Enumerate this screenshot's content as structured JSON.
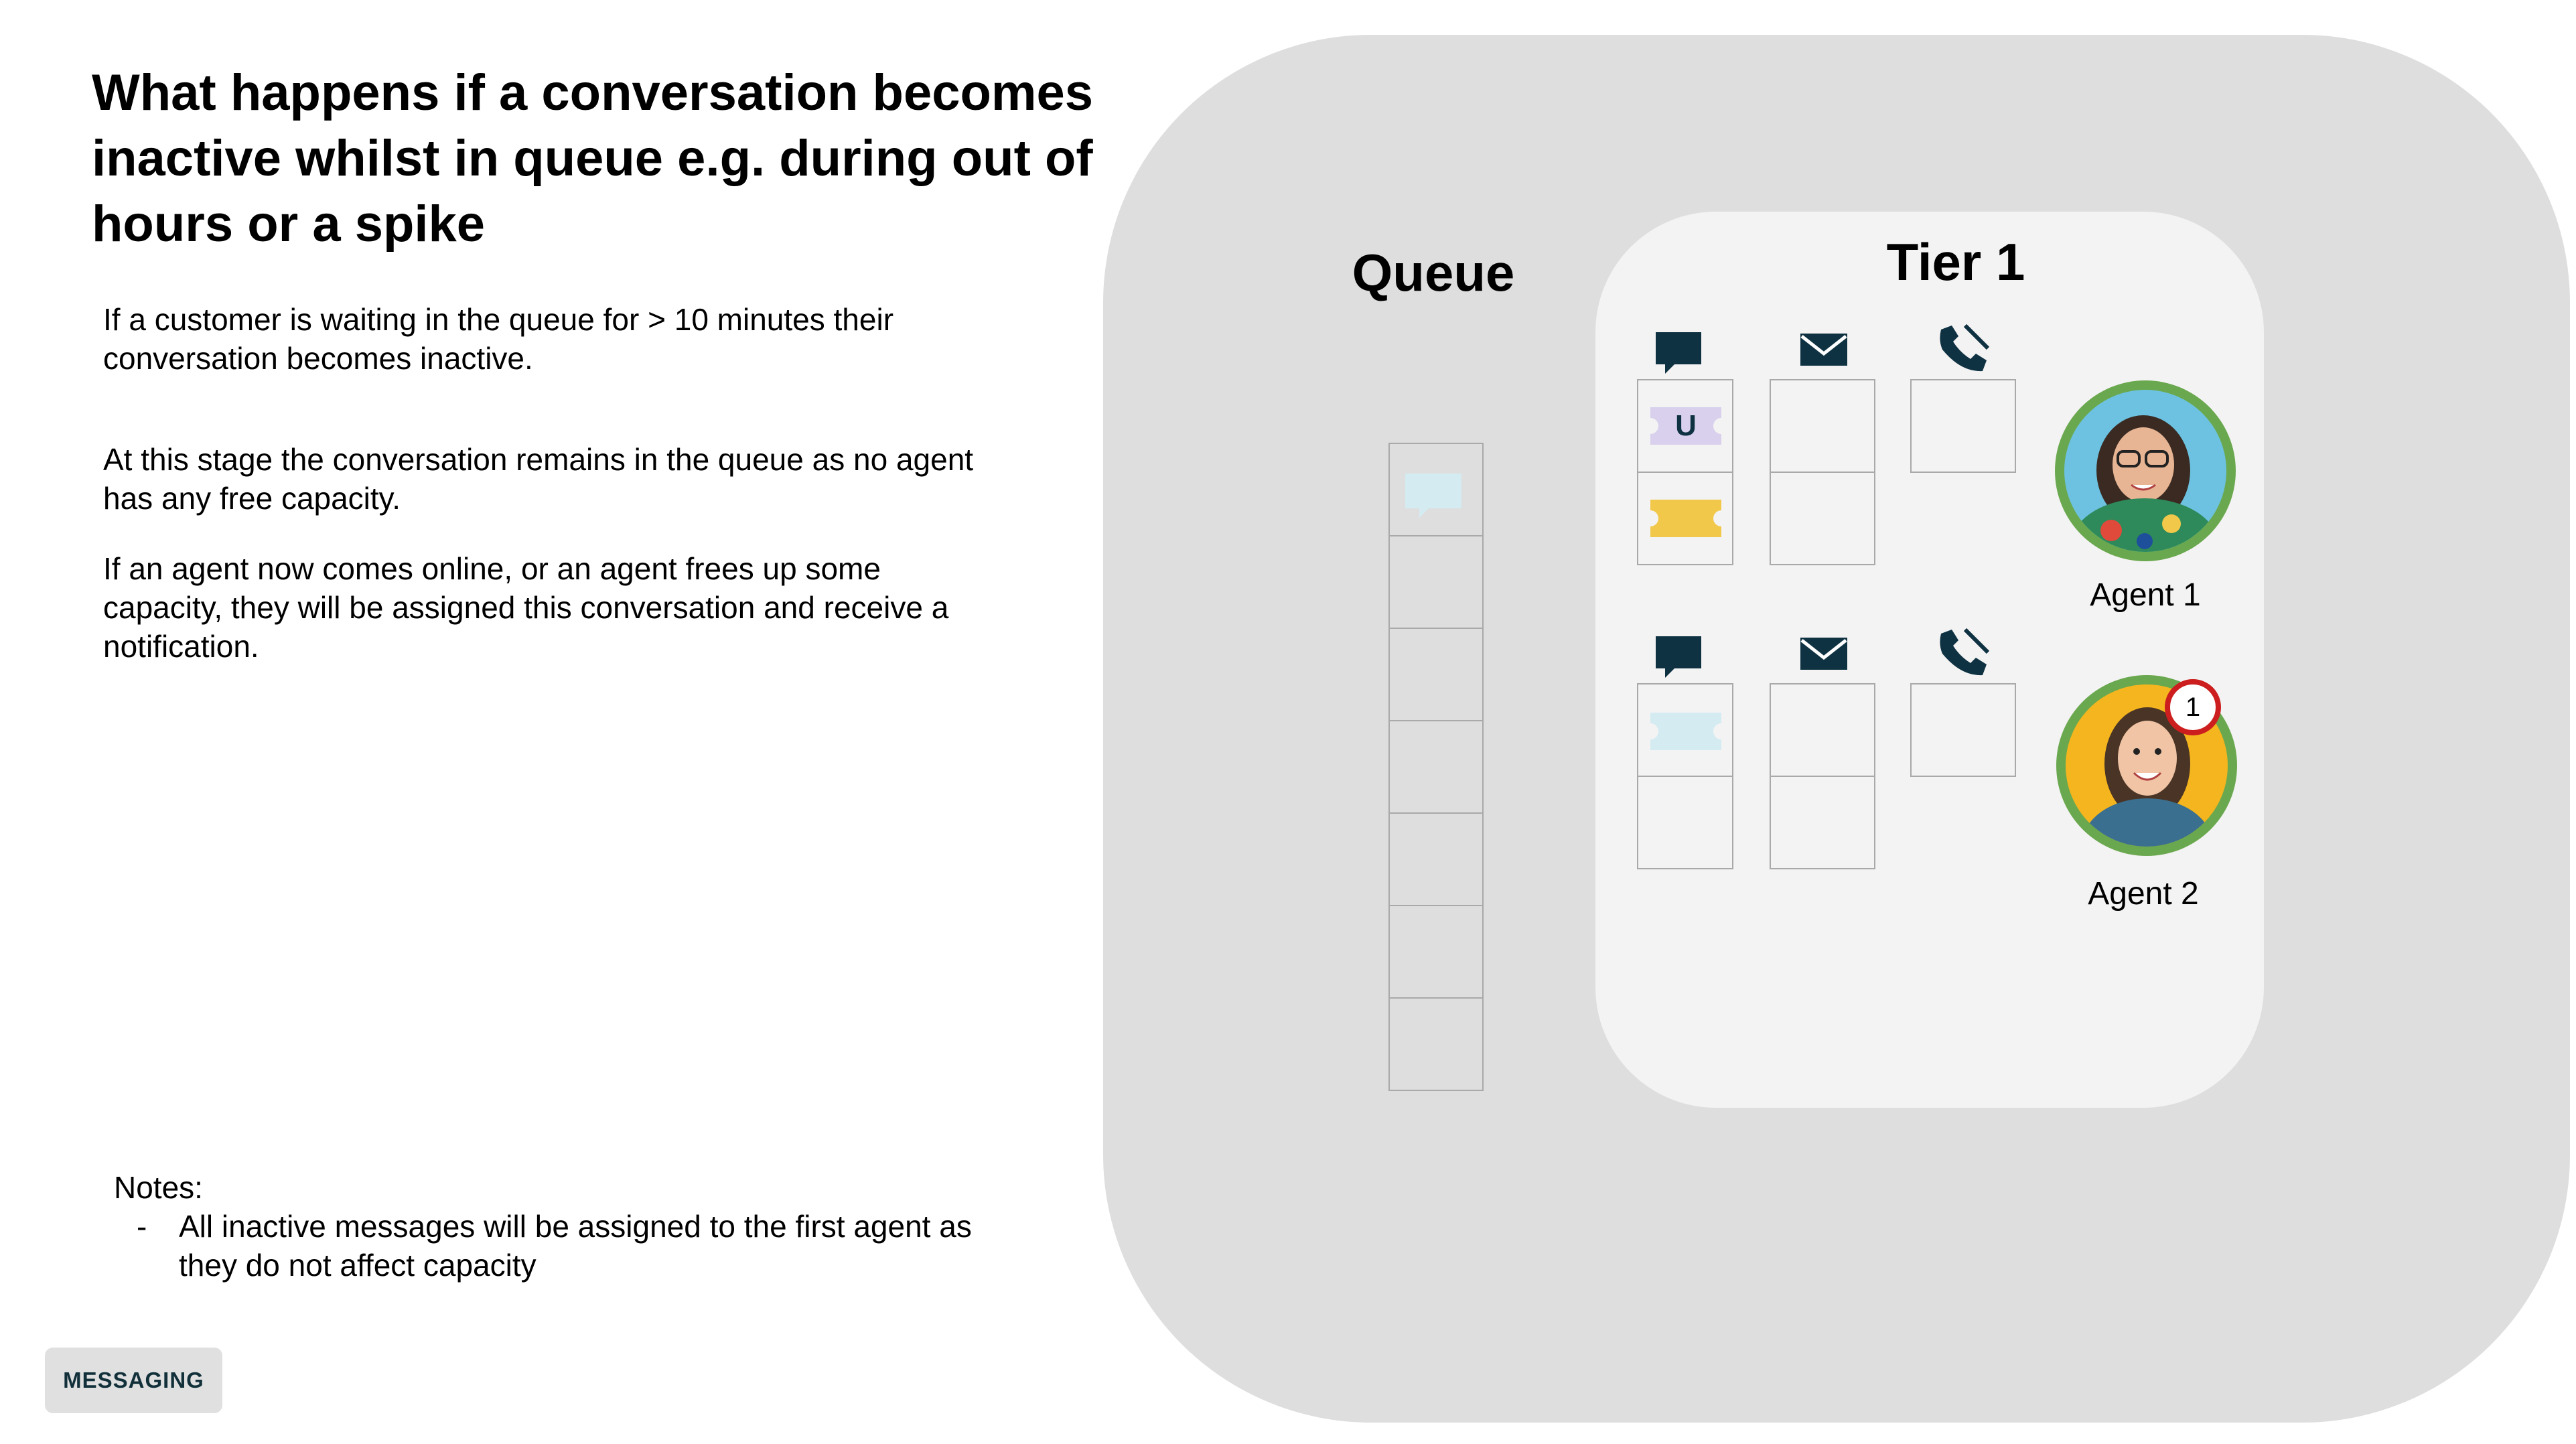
{
  "title": "What happens if a conversation becomes inactive whilst in queue e.g. during out of hours or a spike",
  "paragraphs": [
    "If a customer is waiting in the queue for > 10 minutes their conversation becomes inactive.",
    "At this stage the conversation remains in the queue as no agent has any free capacity.",
    "If an agent now comes online, or an agent frees up some capacity, they will be assigned this conversation and receive a notification."
  ],
  "notes": {
    "label": "Notes:",
    "bullet": "-",
    "items": [
      "All inactive messages will be assigned to the first agent as they do not affect capacity"
    ]
  },
  "tag": "MESSAGING",
  "diagram": {
    "queue_heading": "Queue",
    "tier_heading": "Tier 1",
    "channel_icons": [
      "chat-icon",
      "email-icon",
      "phone-icon"
    ],
    "agents": [
      {
        "label": "Agent 1",
        "ticket_letter": "U",
        "notification_count": null
      },
      {
        "label": "Agent 2",
        "ticket_letter": "",
        "notification_count": "1"
      }
    ],
    "colors": {
      "outer_panel": "#dedede",
      "inner_panel": "#f4f3f3",
      "icon": "#0e3242",
      "avatar_ring": "#6aa84f",
      "ticket_purple": "#d8d0ec",
      "ticket_yellow": "#f2c84b",
      "inactive_light_blue": "#d4ebf2",
      "badge_ring": "#cc1e1e"
    }
  }
}
